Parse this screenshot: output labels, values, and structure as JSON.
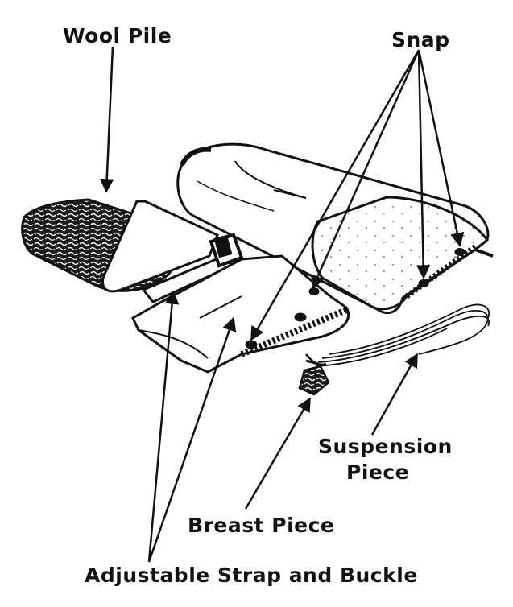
{
  "labels": {
    "wool_pile": "Wool Pile",
    "snap": "Snap",
    "suspension_line1": "Suspension",
    "suspension_line2": "Piece",
    "breast_piece": "Breast Piece",
    "adjustable_strap": "Adjustable Strap and Buckle"
  },
  "colors": {
    "ink": "#111111",
    "paper": "#ffffff"
  }
}
